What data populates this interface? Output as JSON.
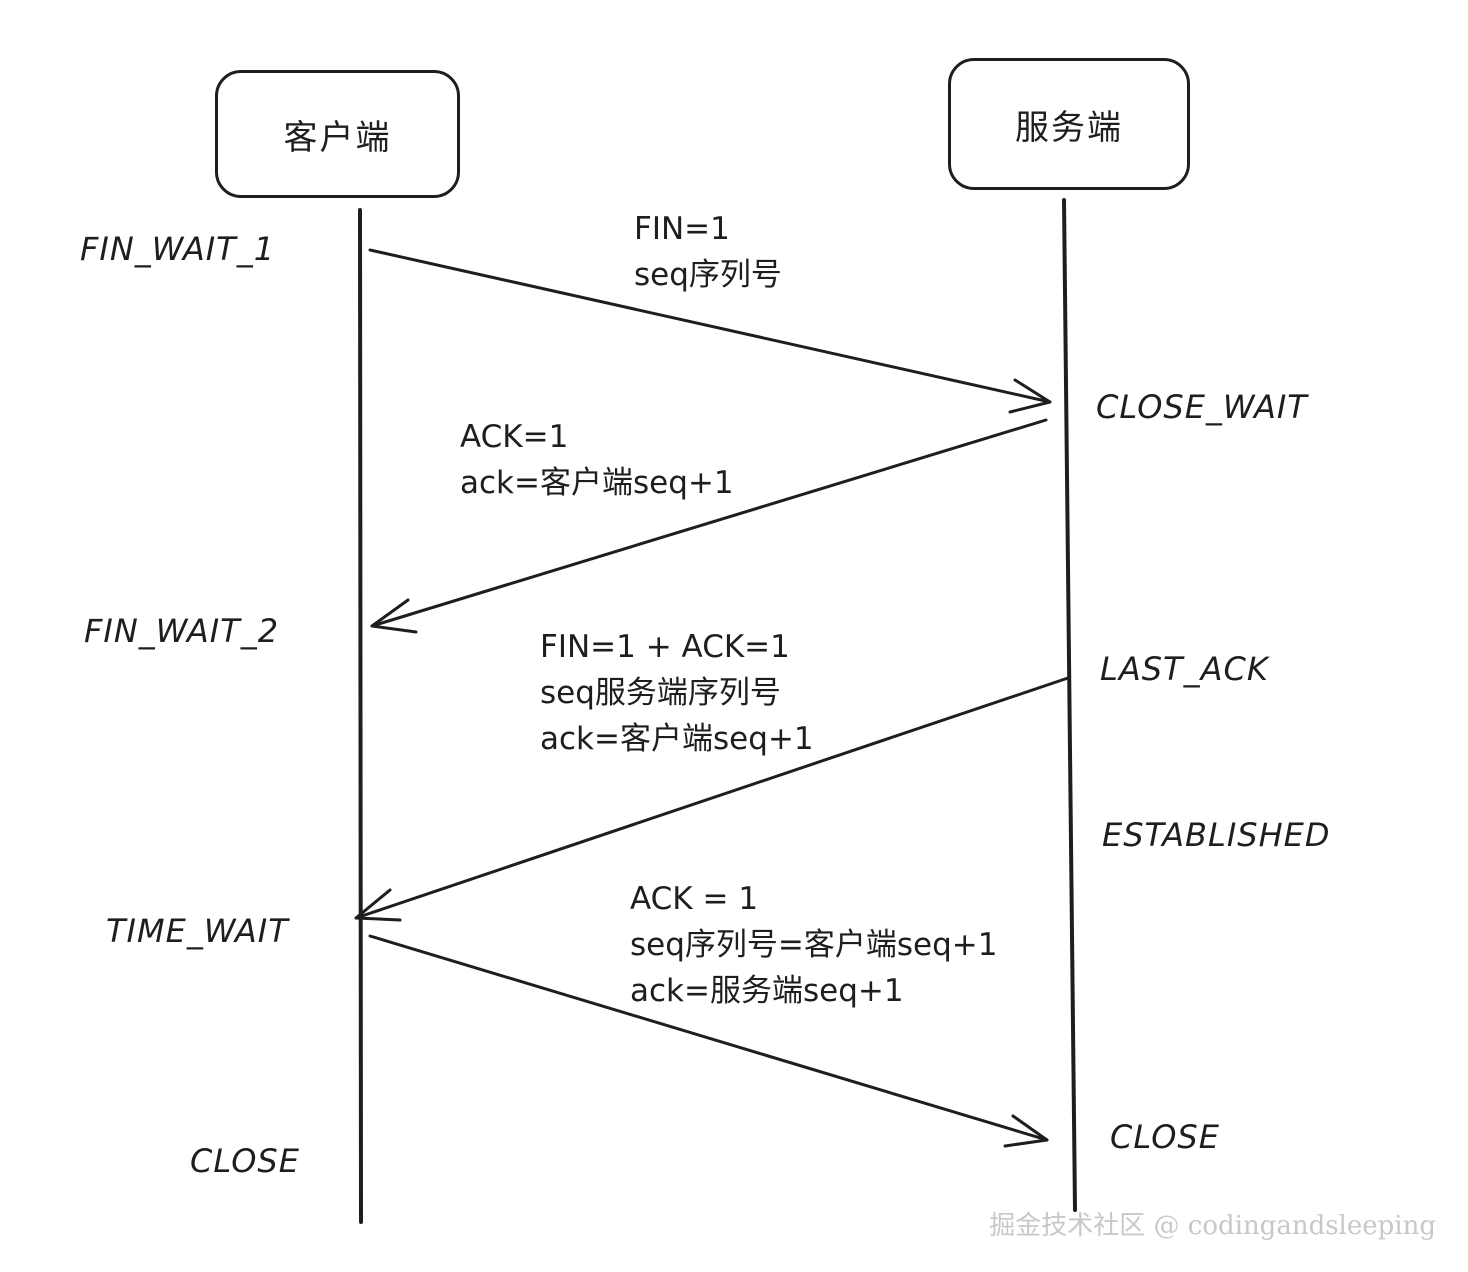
{
  "participants": {
    "client": "客户端",
    "server": "服务端"
  },
  "states": {
    "client_fin_wait_1": "FIN_WAIT_1",
    "client_fin_wait_2": "FIN_WAIT_2",
    "client_time_wait": "TIME_WAIT",
    "client_close": "CLOSE",
    "server_close_wait": "CLOSE_WAIT",
    "server_last_ack": "LAST_ACK",
    "server_established": "ESTABLISHED",
    "server_close": "CLOSE"
  },
  "messages": {
    "m1": {
      "line1": "FIN=1",
      "line2": "seq序列号"
    },
    "m2": {
      "line1": "ACK=1",
      "line2": "ack=客户端seq+1"
    },
    "m3": {
      "line1": "FIN=1 + ACK=1",
      "line2": "seq服务端序列号",
      "line3": "ack=客户端seq+1"
    },
    "m4": {
      "line1": "ACK = 1",
      "line2": "seq序列号=客户端seq+1",
      "line3": "ack=服务端seq+1"
    }
  },
  "watermark": "掘金技术社区 @ codingandsleeping",
  "colors": {
    "ink": "#1e1e1e",
    "watermark": "#c8c8c8",
    "background": "#ffffff"
  }
}
